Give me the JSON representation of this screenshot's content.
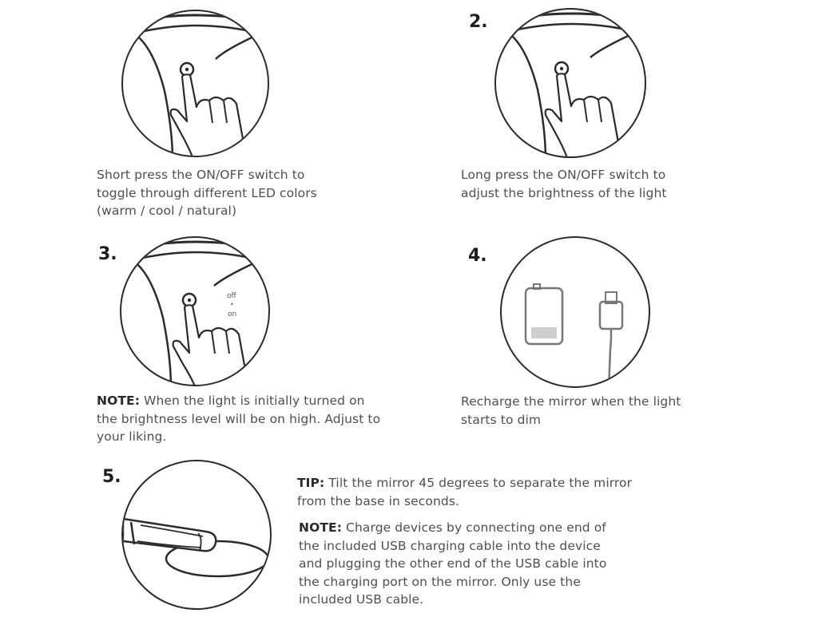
{
  "steps": [
    {
      "number": "",
      "text": "Short press the ON/OFF switch to toggle through different LED colors (warm / cool / natural)"
    },
    {
      "number": "2.",
      "text": "Long press the ON/OFF switch to adjust the brightness of the light"
    },
    {
      "number": "3.",
      "note_label": "NOTE:",
      "text": "When the light is initially turned on the brightness level will be on high. Adjust to your liking.",
      "switch_labels": {
        "off": "off",
        "on": "on"
      }
    },
    {
      "number": "4.",
      "text": "Recharge the mirror when the light starts to dim"
    },
    {
      "number": "5.",
      "tip_label": "TIP:",
      "tip_text": "Tilt the mirror 45 degrees to separate the mirror from the base in seconds.",
      "note_label": "NOTE:",
      "note_text": "Charge devices by connecting one end of the included USB charging cable into the device and plugging the other end of the USB cable into the charging port on the mirror. Only use the included USB cable."
    }
  ],
  "icons": {
    "step1": "hand-press-switch-icon",
    "step2": "hand-press-switch-icon",
    "step3": "hand-press-switch-icon",
    "step4": "battery-and-usb-cable-icon",
    "step5": "mirror-tilted-off-base-icon"
  },
  "colors": {
    "line": "#2b2b2b",
    "text": "#4f4f4f"
  }
}
